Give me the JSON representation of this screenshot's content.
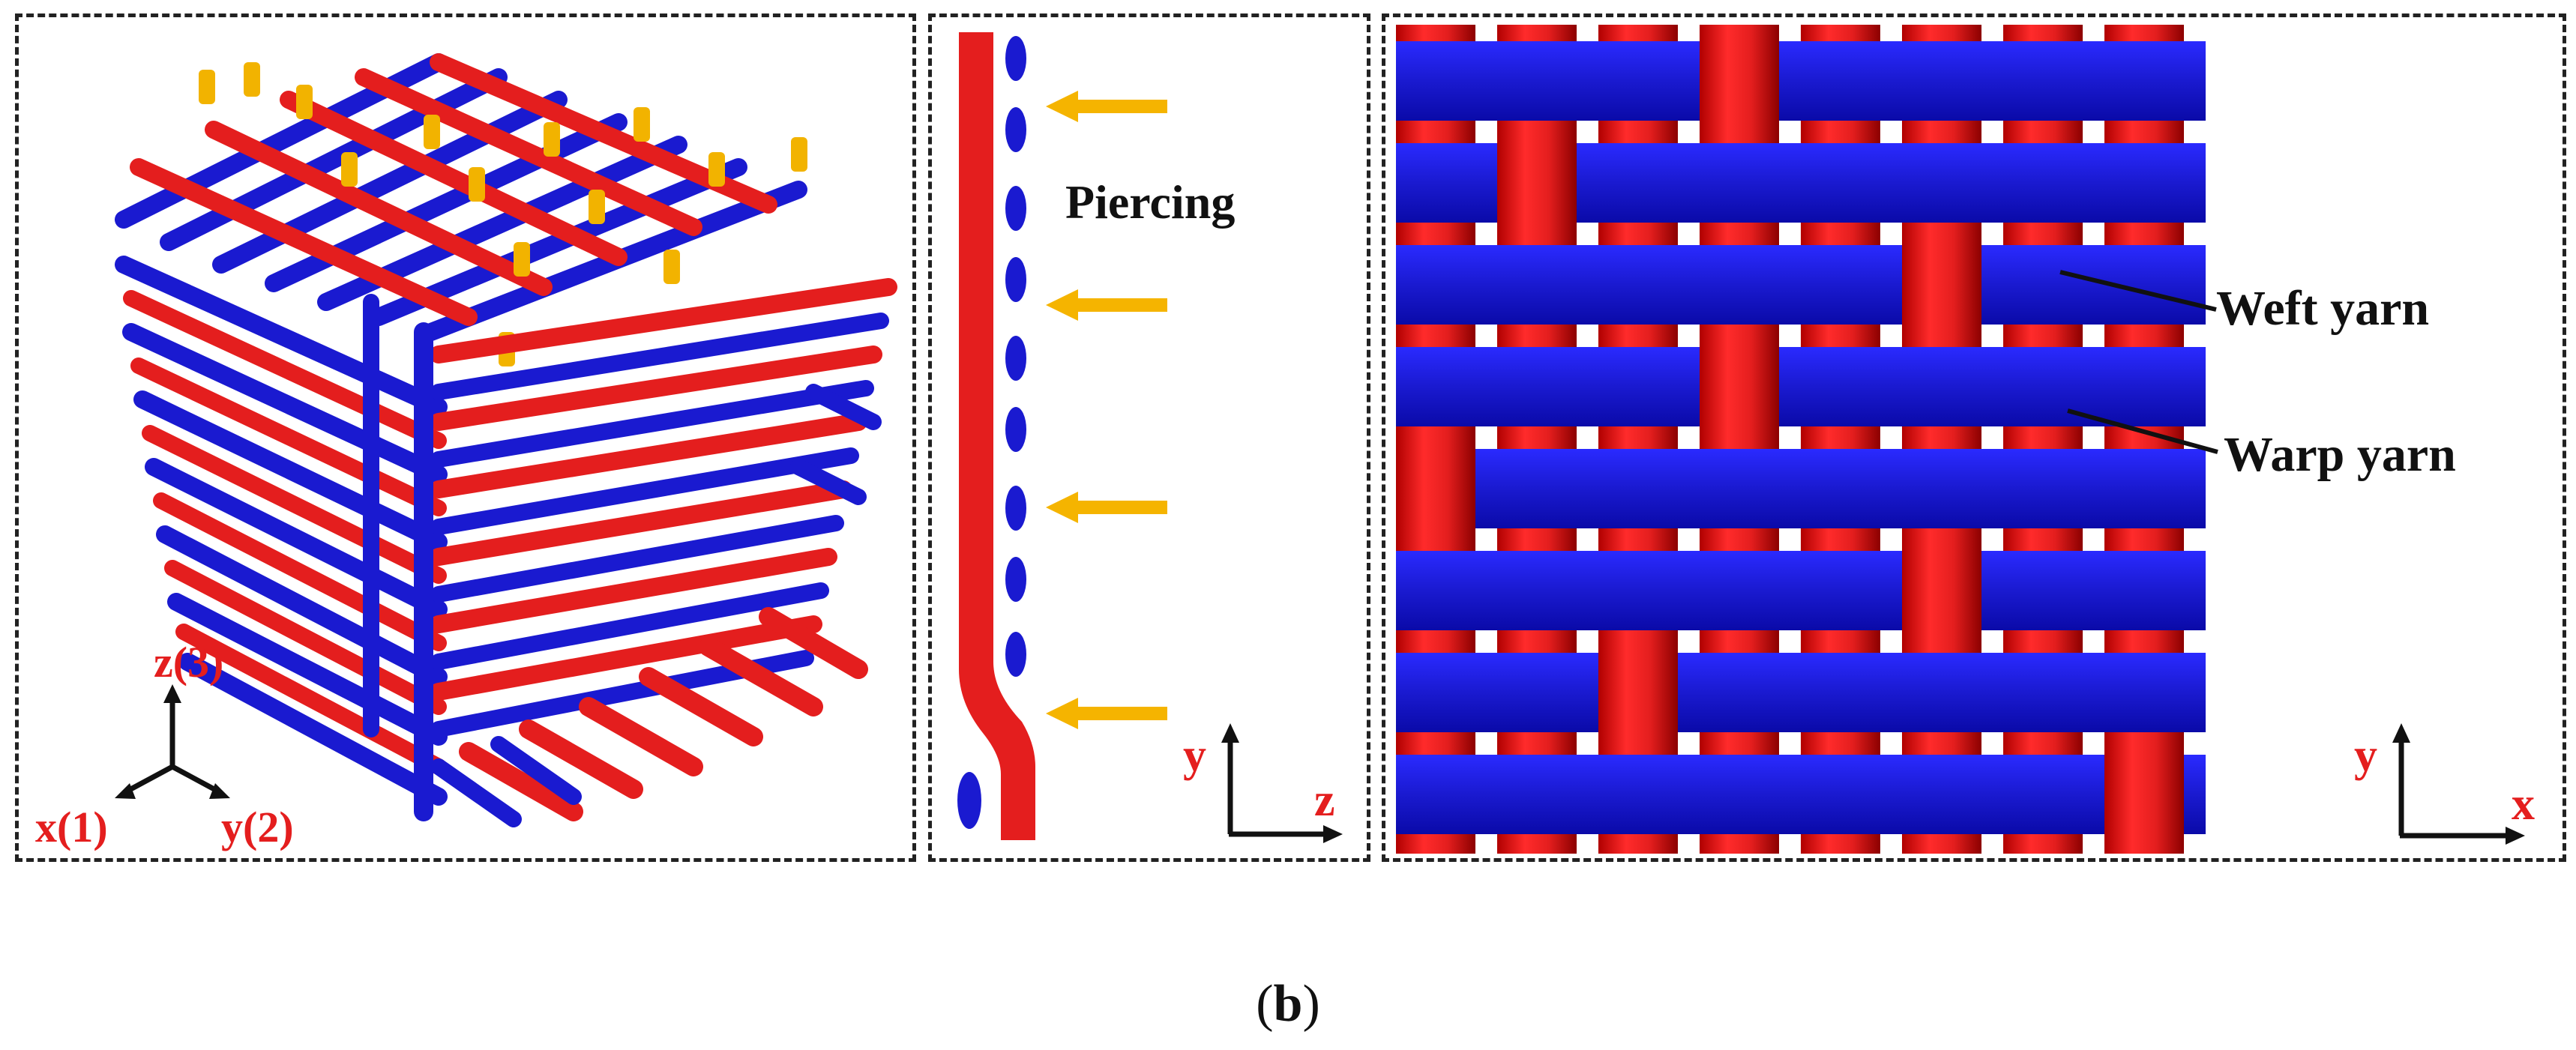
{
  "panel_left": {
    "axis_labels": {
      "z": "z(3)",
      "x": "x(1)",
      "y": "y(2)"
    },
    "colors": {
      "weft": "#e41e1e",
      "warp": "#1a1ad0",
      "binder": "#f2b300"
    }
  },
  "panel_middle": {
    "annotation": "Piercing",
    "axis_labels": {
      "y": "y",
      "z": "z"
    },
    "colors": {
      "yarn": "#e41e1e",
      "dots": "#1a1ad0",
      "arrow": "#f5b400"
    }
  },
  "panel_right": {
    "labels": {
      "weft": "Weft yarn",
      "warp": "Warp yarn"
    },
    "axis_labels": {
      "y": "y",
      "x": "x"
    },
    "colors": {
      "weft": "#e41e1e",
      "warp": "#1a1ad0"
    }
  },
  "caption": {
    "open": "(",
    "letter": "b",
    "close": ")"
  }
}
